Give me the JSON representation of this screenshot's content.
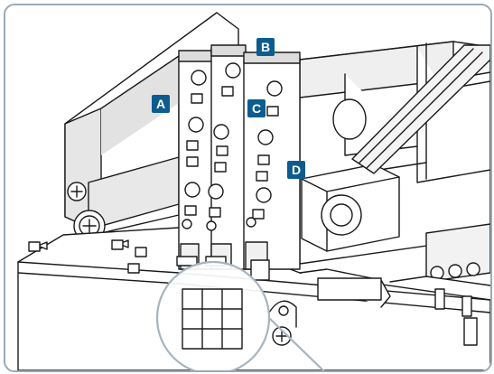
{
  "callouts": {
    "a": "A",
    "b": "B",
    "c": "C",
    "d": "D"
  },
  "colors": {
    "callout_fill": "#0d5c8f",
    "callout_text": "#ffffff",
    "frame_border": "#9aaab8",
    "line_art": "#1a1a1a",
    "shadow": "#d9d9d9",
    "magnifier": "#a7b4bf"
  }
}
